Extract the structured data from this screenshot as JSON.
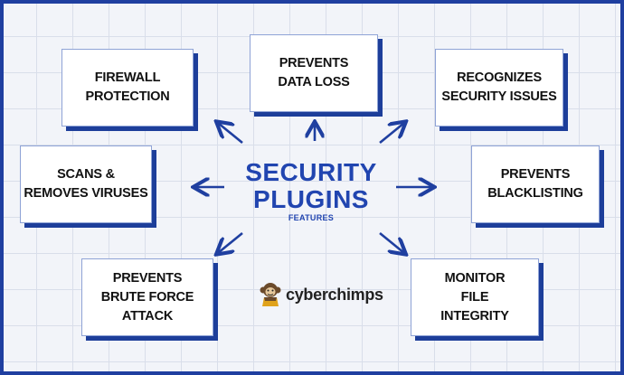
{
  "center": {
    "title_line1": "SECURITY",
    "title_line2": "PLUGINS",
    "subtitle": "FEATURES"
  },
  "features": [
    {
      "id": "firewall-protection",
      "label": "FIREWALL\nPROTECTION"
    },
    {
      "id": "prevents-data-loss",
      "label": "PREVENTS\nDATA LOSS"
    },
    {
      "id": "recognizes-security-issues",
      "label": "RECOGNIZES\nSECURITY ISSUES"
    },
    {
      "id": "scans-removes-viruses",
      "label": "SCANS &\nREMOVES VIRUSES"
    },
    {
      "id": "prevents-blacklisting",
      "label": "PREVENTS\nBLACKLISTING"
    },
    {
      "id": "prevents-brute-force-attack",
      "label": "PREVENTS\nBRUTE FORCE\nATTACK"
    },
    {
      "id": "monitor-file-integrity",
      "label": "MONITOR\nFILE\nINTEGRITY"
    }
  ],
  "logo": {
    "text": "cyberchimps",
    "icon": "chimp-mascot-icon"
  },
  "colors": {
    "accent": "#2145b0",
    "border": "#1f3fa0",
    "shadow": "#1d3e9a",
    "grid": "#d9deea"
  }
}
